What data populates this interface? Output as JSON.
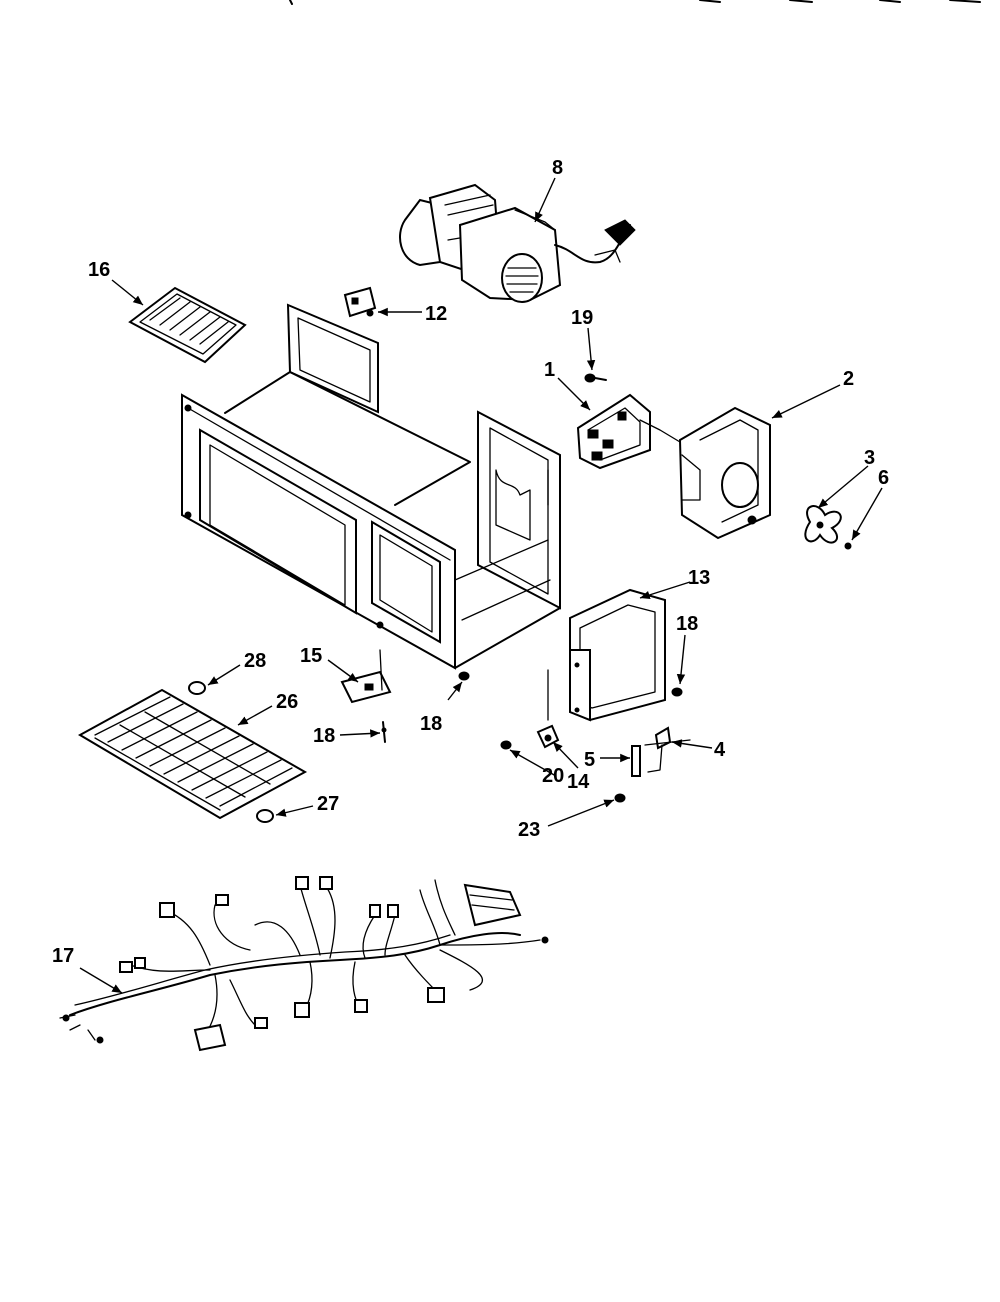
{
  "callouts": {
    "c1": "1",
    "c2": "2",
    "c3": "3",
    "c4": "4",
    "c5": "5",
    "c6": "6",
    "c8": "8",
    "c12": "12",
    "c13": "13",
    "c14": "14",
    "c15": "15",
    "c16": "16",
    "c17": "17",
    "c18a": "18",
    "c18b": "18",
    "c18c": "18",
    "c19": "19",
    "c20": "20",
    "c23": "23",
    "c26": "26",
    "c27": "27",
    "c28": "28"
  }
}
